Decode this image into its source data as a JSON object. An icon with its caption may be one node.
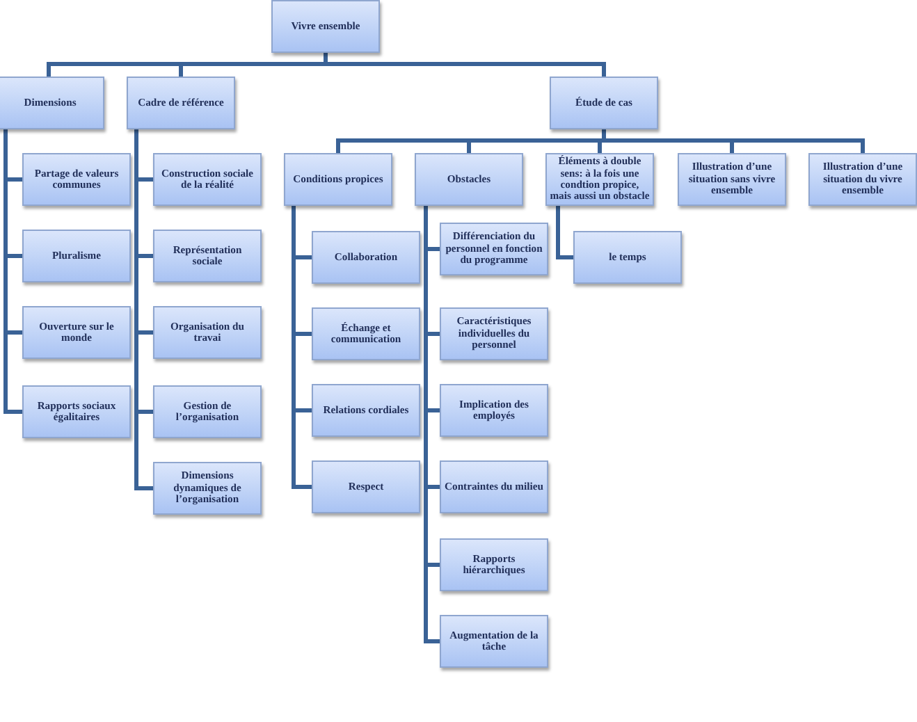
{
  "diagram": {
    "nodes": [
      {
        "text": [
          "Vivre ensemble"
        ]
      },
      {
        "text": [
          "Dimensions"
        ]
      },
      {
        "text": [
          "Cadre de référence"
        ]
      },
      {
        "text": [
          "Étude de cas"
        ]
      },
      {
        "text": [
          "Partage de valeurs communes"
        ]
      },
      {
        "text": [
          "Pluralisme"
        ]
      },
      {
        "text": [
          "Ouverture sur le monde"
        ]
      },
      {
        "text": [
          "Rapports sociaux égalitaires"
        ]
      },
      {
        "text": [
          "Construction sociale de la réalité"
        ]
      },
      {
        "text": [
          "Représentation sociale"
        ]
      },
      {
        "text": [
          "Organisation du travai"
        ]
      },
      {
        "text": [
          "Gestion de l’organisation"
        ]
      },
      {
        "text": [
          "Dimensions dynamiques de l’organisation"
        ]
      },
      {
        "text": [
          "Conditions propices"
        ]
      },
      {
        "text": [
          "Obstacles"
        ]
      },
      {
        "text": [
          "Éléments à double sens: à la fois une condtion propice, mais aussi un obstacle"
        ]
      },
      {
        "text": [
          "Illustration d’une situation sans vivre ensemble"
        ]
      },
      {
        "text": [
          "Illustration d’une situation du vivre ensemble"
        ]
      },
      {
        "text": [
          "Collaboration"
        ]
      },
      {
        "text": [
          "Échange et communication"
        ]
      },
      {
        "text": [
          "Relations cordiales"
        ]
      },
      {
        "text": [
          "Respect"
        ]
      },
      {
        "text": [
          "Différenciation du personnel en fonction du programme"
        ]
      },
      {
        "text": [
          "Caractéristiques individuelles du personnel"
        ]
      },
      {
        "text": [
          "Implication des employés"
        ]
      },
      {
        "text": [
          "Contraintes du milieu"
        ]
      },
      {
        "text": [
          "Rapports hiérarchiques"
        ]
      },
      {
        "text": [
          "Augmentation de la tâche"
        ]
      },
      {
        "text": [
          "le temps"
        ]
      }
    ],
    "edges": [
      {
        "from": 0,
        "to": 1,
        "arrow": "none"
      },
      {
        "from": 0,
        "to": 2,
        "arrow": "none"
      },
      {
        "from": 0,
        "to": 3,
        "arrow": "none"
      },
      {
        "from": 1,
        "to": 4,
        "arrow": "none"
      },
      {
        "from": 1,
        "to": 5,
        "arrow": "none"
      },
      {
        "from": 1,
        "to": 6,
        "arrow": "none"
      },
      {
        "from": 1,
        "to": 7,
        "arrow": "none"
      },
      {
        "from": 2,
        "to": 8,
        "arrow": "none"
      },
      {
        "from": 2,
        "to": 9,
        "arrow": "none"
      },
      {
        "from": 2,
        "to": 10,
        "arrow": "none"
      },
      {
        "from": 2,
        "to": 11,
        "arrow": "none"
      },
      {
        "from": 2,
        "to": 12,
        "arrow": "none"
      },
      {
        "from": 3,
        "to": 13,
        "arrow": "none"
      },
      {
        "from": 3,
        "to": 14,
        "arrow": "none"
      },
      {
        "from": 3,
        "to": 15,
        "arrow": "none"
      },
      {
        "from": 3,
        "to": 16,
        "arrow": "none"
      },
      {
        "from": 3,
        "to": 17,
        "arrow": "none"
      },
      {
        "from": 13,
        "to": 18,
        "arrow": "none"
      },
      {
        "from": 13,
        "to": 19,
        "arrow": "none"
      },
      {
        "from": 13,
        "to": 20,
        "arrow": "none"
      },
      {
        "from": 13,
        "to": 21,
        "arrow": "none"
      },
      {
        "from": 14,
        "to": 22,
        "arrow": "none"
      },
      {
        "from": 14,
        "to": 23,
        "arrow": "none"
      },
      {
        "from": 14,
        "to": 24,
        "arrow": "none"
      },
      {
        "from": 14,
        "to": 25,
        "arrow": "none"
      },
      {
        "from": 14,
        "to": 26,
        "arrow": "none"
      },
      {
        "from": 14,
        "to": 27,
        "arrow": "none"
      },
      {
        "from": 15,
        "to": 28,
        "arrow": "none"
      }
    ]
  }
}
